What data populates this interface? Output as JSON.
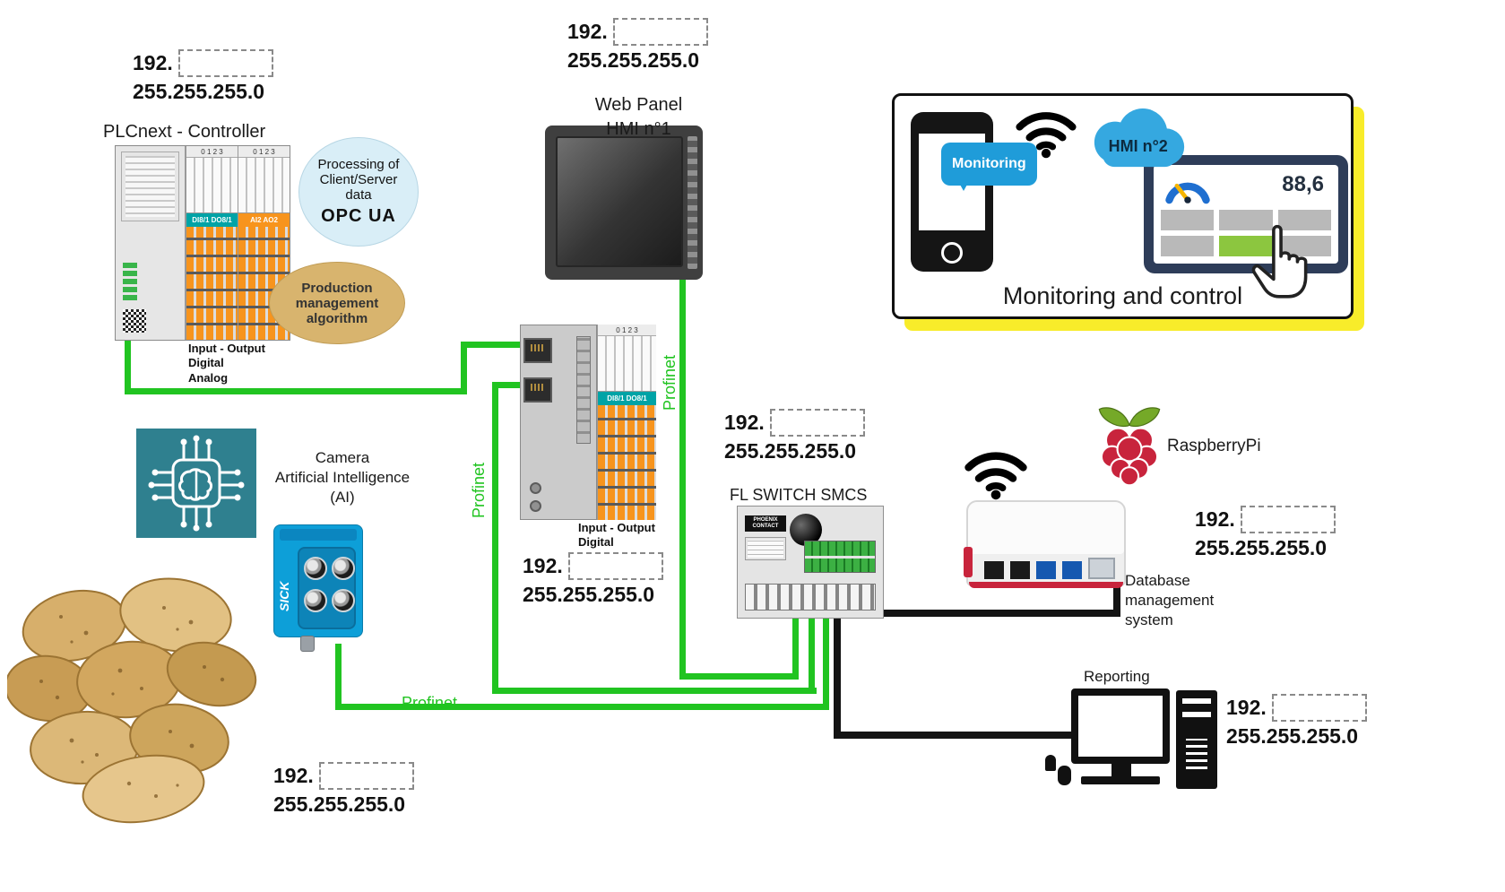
{
  "ips": {
    "plc": {
      "prefix": "192.",
      "mask": "255.255.255.0"
    },
    "web": {
      "prefix": "192.",
      "mask": "255.255.255.0"
    },
    "io": {
      "prefix": "192.",
      "mask": "255.255.255.0"
    },
    "switch": {
      "prefix": "192.",
      "mask": "255.255.255.0"
    },
    "raspi": {
      "prefix": "192.",
      "mask": "255.255.255.0"
    },
    "reporting": {
      "prefix": "192.",
      "mask": "255.255.255.0"
    },
    "camera": {
      "prefix": "192.",
      "mask": "255.255.255.0"
    }
  },
  "labels": {
    "plc_title": "PLCnext - Controller",
    "opc_line1": "Processing of",
    "opc_line2": "Client/Server",
    "opc_line3": "data",
    "opc_logo": "OPC UA",
    "prod_line1": "Production",
    "prod_line2": "management",
    "prod_line3": "algorithm",
    "plc_io1": "Input - Output",
    "plc_io2": "Digital",
    "plc_io3": "Analog",
    "web1": "Web Panel",
    "web2": "HMI n°1",
    "io1": "Input - Output",
    "io2": "Digital",
    "profinet_a": "Profinet",
    "profinet_b": "Profinet",
    "profinet_c": "Profinet",
    "switch_title": "FL SWITCH SMCS",
    "switch_brand": "PHOENIX CONTACT",
    "camera1": "Camera",
    "camera2": "Artificial Intelligence",
    "camera3": "(AI)",
    "camera_brand": "SICK",
    "raspi_title": "RaspberryPi",
    "db1": "Database",
    "db2": "management",
    "db3": "system",
    "reporting_title": "Reporting",
    "bubble_monitoring": "Monitoring",
    "cloud_hmi2": "HMI n°2",
    "tablet_value": "88,6",
    "caption": "Monitoring and control",
    "mod_tag1": "DI8/1 DO8/1",
    "mod_tag2": "AI2 AO2",
    "io_mod_tag": "DI8/1 DO8/1",
    "mod_nums": "0 1 2 3"
  },
  "colors": {
    "profinet_green": "#21c421",
    "cable_black": "#141414",
    "opc_bubble": "#d9eef7",
    "prod_bubble": "#d8b46e",
    "shadow_yellow": "#f8ec2a",
    "bubble_blue": "#1f9cd9",
    "cloud_blue": "#35a8e0",
    "tablet_navy": "#2e3d59",
    "tile_green": "#8cc63f",
    "tile_gray": "#b9b9b9",
    "camera_blue": "#0d9fd8",
    "camera_face": "#0d84b8",
    "ai_teal": "#2f808f",
    "raspberry_red": "#c8243c",
    "raspberry_green": "#75a928",
    "switch_green": "#3cb043",
    "terminal_orange": "#f7941d",
    "tag_teal": "#00a3a6"
  }
}
